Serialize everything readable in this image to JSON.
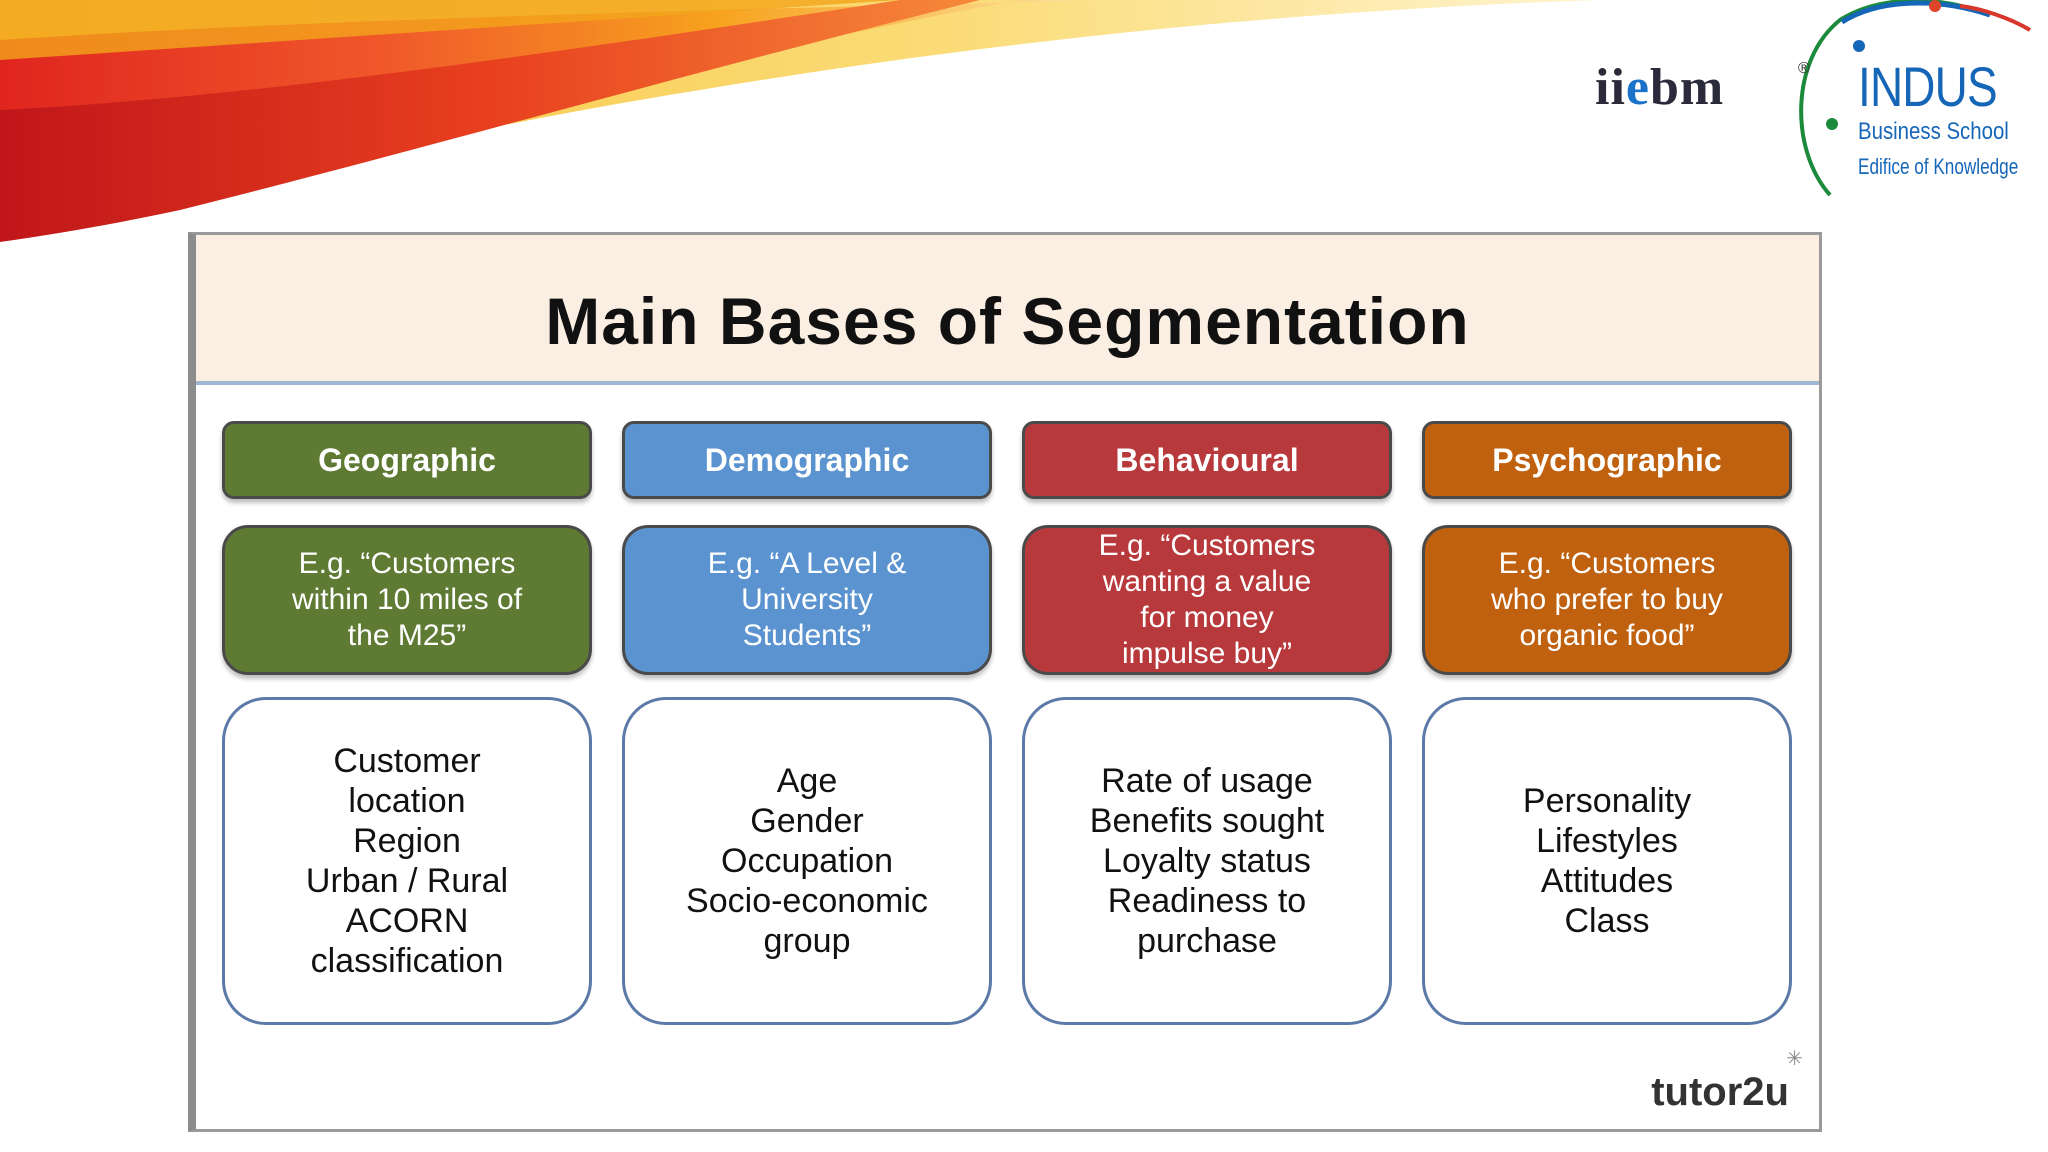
{
  "title": "Main Bases of Segmentation",
  "logo": {
    "iiebm": "iiebm",
    "registered": "®",
    "name": "INDUS",
    "subtitle": "Business School",
    "tagline": "Edifice of Knowledge"
  },
  "columns": [
    {
      "heading": "Geographic",
      "example_lines": [
        "E.g. “Customers",
        "within 10 miles of",
        "the M25”"
      ],
      "items": [
        "Customer",
        "location",
        "Region",
        "Urban / Rural",
        "ACORN",
        "classification"
      ]
    },
    {
      "heading": "Demographic",
      "example_lines": [
        "E.g. “A Level &",
        "University",
        "Students”"
      ],
      "items": [
        "Age",
        "Gender",
        "Occupation",
        "Socio-economic",
        "group"
      ]
    },
    {
      "heading": "Behavioural",
      "example_lines": [
        "E.g. “Customers",
        "wanting a value",
        "for money",
        "impulse buy”"
      ],
      "items": [
        "Rate of usage",
        "Benefits sought",
        "Loyalty status",
        "Readiness to",
        "purchase"
      ]
    },
    {
      "heading": "Psychographic",
      "example_lines": [
        "E.g. “Customers",
        "who prefer to buy",
        "organic food”"
      ],
      "items": [
        "Personality",
        "Lifestyles",
        "Attitudes",
        "Class"
      ]
    }
  ],
  "watermark": "tutor2u",
  "colors": {
    "geographic": "#5e7a33",
    "demographic": "#5a93cf",
    "behavioural": "#b8393c",
    "psychographic": "#c0610f",
    "title_band": "#fbeee3"
  }
}
